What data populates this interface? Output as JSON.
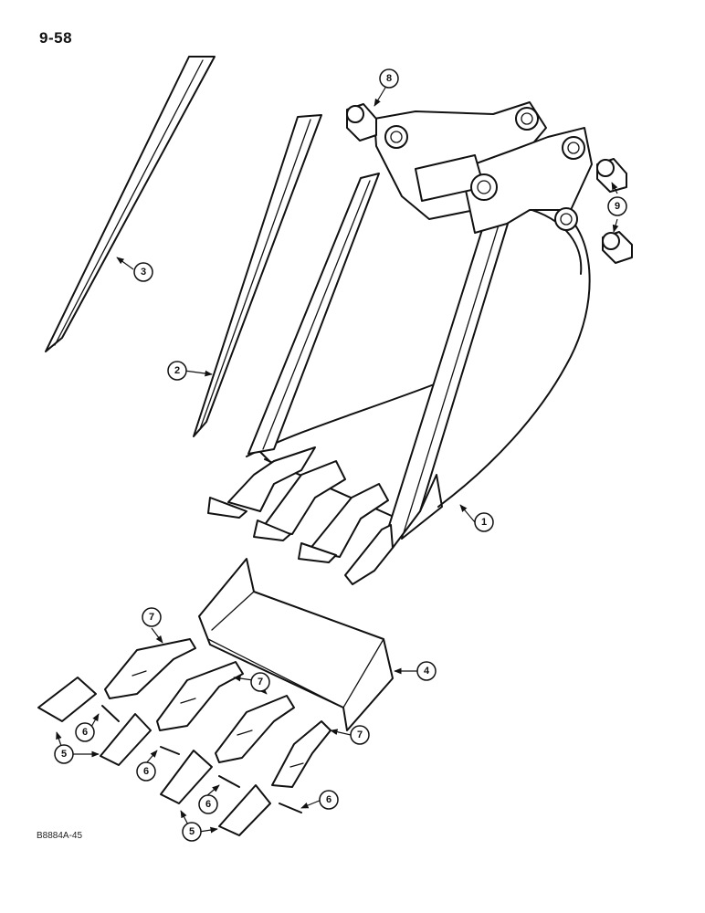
{
  "page": {
    "number": "9-58",
    "drawing_code": "B8884A-45"
  },
  "callouts": [
    "1",
    "2",
    "3",
    "4",
    "5",
    "6",
    "7",
    "8",
    "9"
  ]
}
